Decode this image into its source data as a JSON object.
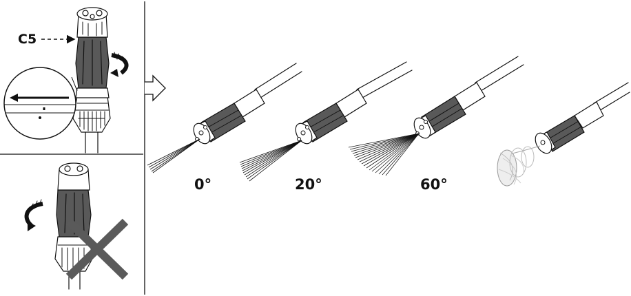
{
  "callout": {
    "label": "C5"
  },
  "angles": [
    {
      "label": "0°",
      "spray": "jet"
    },
    {
      "label": "20°",
      "spray": "fan-narrow"
    },
    {
      "label": "60°",
      "spray": "fan-wide"
    },
    {
      "label": "",
      "spray": "rotating"
    }
  ],
  "colors": {
    "ink": "#111111",
    "body": "#595959",
    "light": "#d0d0d0",
    "cross": "#5a5a5a"
  },
  "icons": [
    "rotate-arrow-icon",
    "right-arrow-icon",
    "prohibited-x-icon",
    "nozzle-icon",
    "magnifier-icon"
  ]
}
